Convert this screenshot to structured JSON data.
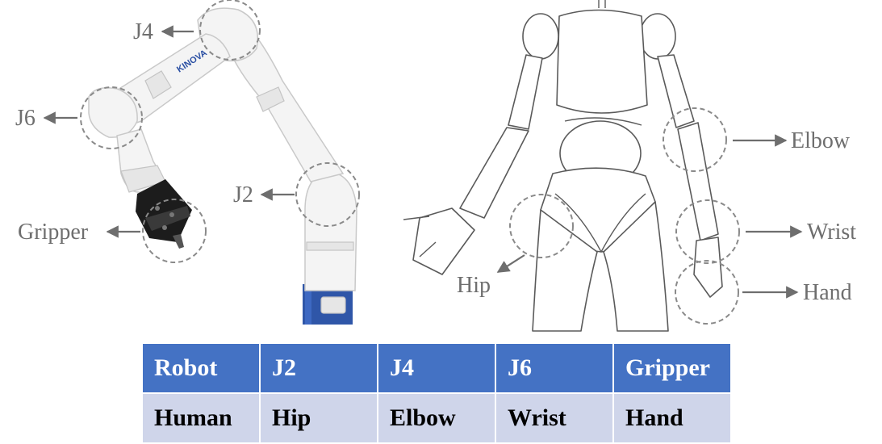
{
  "robot_labels": {
    "j4": "J4",
    "j6": "J6",
    "j2": "J2",
    "gripper": "Gripper",
    "brand": "KINOVA"
  },
  "human_labels": {
    "elbow": "Elbow",
    "wrist": "Wrist",
    "hip": "Hip",
    "hand": "Hand"
  },
  "table": {
    "header": [
      "Robot",
      "J2",
      "J4",
      "J6",
      "Gripper"
    ],
    "row": [
      "Human",
      "Hip",
      "Elbow",
      "Wrist",
      "Hand"
    ]
  },
  "colors": {
    "header_bg": "#4472c4",
    "row_bg": "#cfd5ea",
    "robot_base": "#2f56a8",
    "label_gray": "#6e6e6e"
  }
}
